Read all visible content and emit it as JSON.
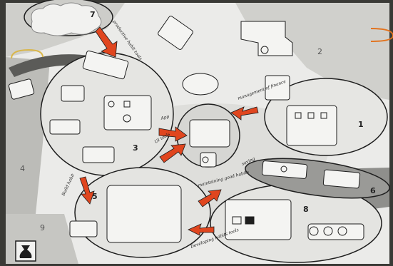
{
  "numbers": {
    "n1": "1",
    "n2": "2",
    "n3": "3",
    "n4": "4",
    "n5": "5",
    "n6": "6",
    "n7": "7",
    "n8": "8",
    "n9": "9"
  },
  "labels": {
    "app": "App",
    "ui": "UI tools",
    "a7": "productive habit tools",
    "a1": "management of finance",
    "a6": "saving",
    "a8": "Developing habits tools",
    "a5": "Build habit",
    "a8b": "maintaining good habits"
  },
  "colors": {
    "paper": "#e8e8e6",
    "zone_light": "#d9d9d6",
    "zone_dark": "#b9b9b5",
    "zone_grey": "#8f8f8c",
    "ink": "#1e1e1e",
    "arrow": "#e0461f",
    "clip_orange": "#e2731e",
    "clip_yellow": "#d9b64a"
  }
}
